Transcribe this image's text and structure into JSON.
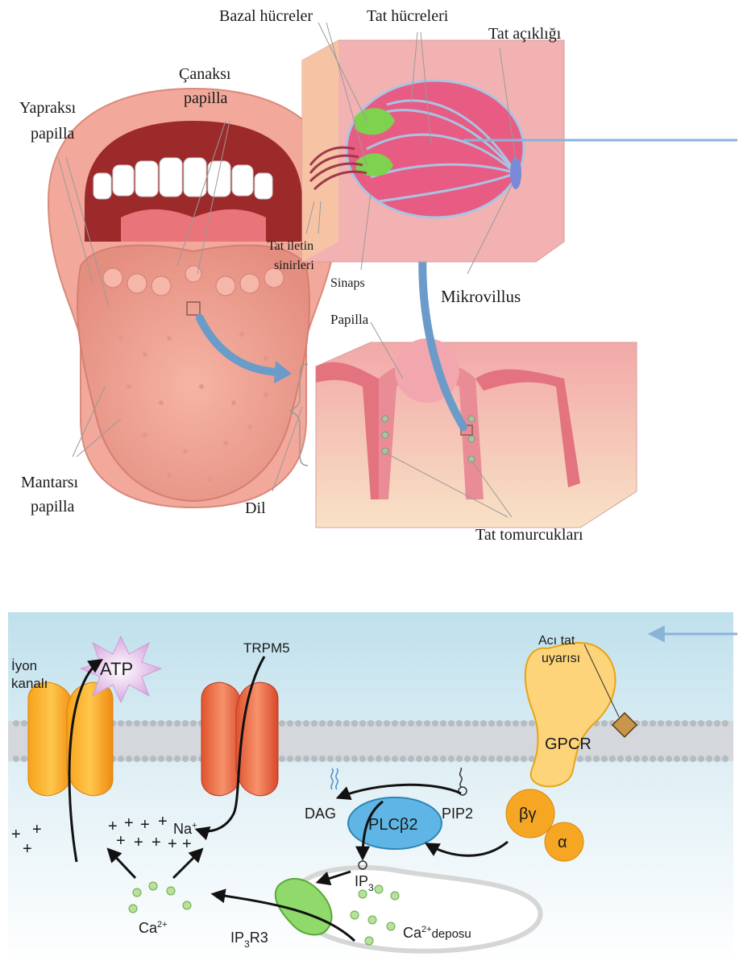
{
  "anatomy": {
    "labels": {
      "yapraksi_1": "Yapraksı",
      "yapraksi_2": "papilla",
      "canaksi_1": "Çanaksı",
      "canaksi_2": "papilla",
      "mantarsi_1": "Mantarsı",
      "mantarsi_2": "papilla",
      "dil": "Dil",
      "bazal": "Bazal hücreler",
      "tat_hucreleri": "Tat hücreleri",
      "tat_acikligi": "Tat açıklığı",
      "tat_iletin_1": "Tat iletin",
      "tat_iletin_2": "sinirleri",
      "sinaps": "Sinaps",
      "mikrovillus": "Mikrovillus",
      "papilla": "Papilla",
      "tomurcuk": "Tat tomurcukları"
    }
  },
  "pathway": {
    "labels": {
      "aci_1": "Acı tat",
      "aci_2": "uyarısı",
      "iyon_1": "İyon",
      "iyon_2": "kanalı",
      "atp": "ATP",
      "trpm5": "TRPM5",
      "gpcr": "GPCR",
      "plc": "PLCβ2",
      "dag": "DAG",
      "pip2": "PIP2",
      "na": "Na",
      "na_sup": "+",
      "ip3": "IP",
      "ip3_sub": "3",
      "ca": "Ca",
      "ca_sup": "2+",
      "ip3r3_a": "IP",
      "ip3r3_sub": "3",
      "ip3r3_b": "R3",
      "store_ca": "Ca",
      "store_sup": "2+",
      "store_word": "deposu",
      "beta_gamma": "βγ",
      "alpha": "α"
    }
  }
}
